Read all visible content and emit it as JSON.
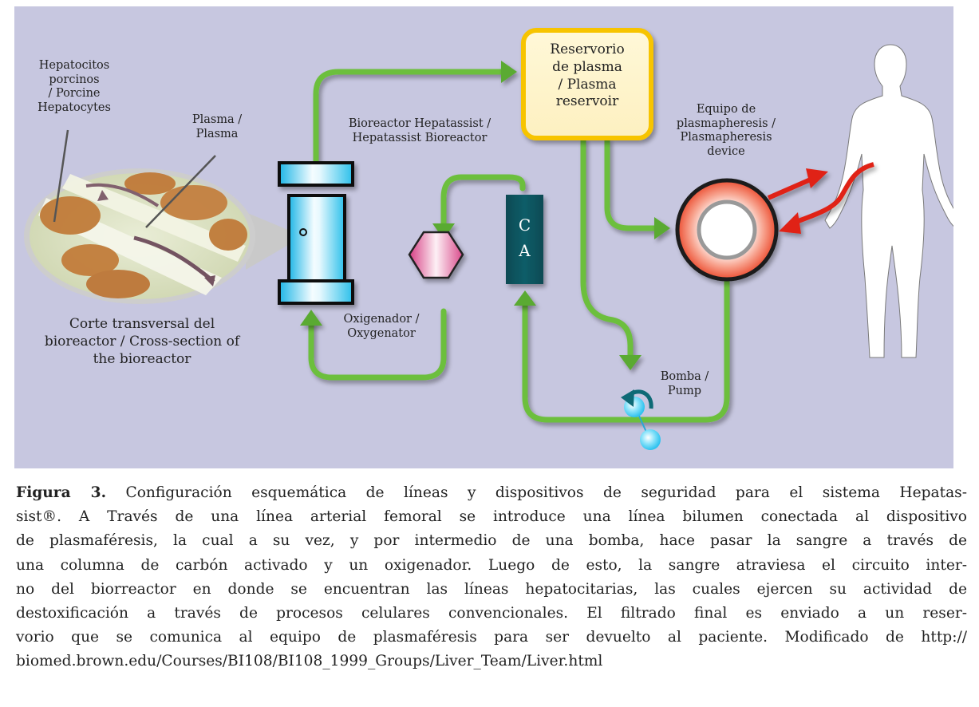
{
  "figure": {
    "labels": {
      "hepatocytes": [
        "Hepatocitos",
        "porcinos",
        "/ Porcine",
        "Hepatocytes"
      ],
      "plasma": [
        "Plasma /",
        "Plasma"
      ],
      "cross_section": [
        "Corte transversal del",
        "bioreactor / Cross-section of",
        "the bioreactor"
      ],
      "bioreactor": [
        "Bioreactor Hepatassist /",
        "Hepatassist Bioreactor"
      ],
      "reservoir": [
        "Reservorio",
        "de plasma",
        "/ Plasma",
        "reservoir"
      ],
      "plasmapheresis": [
        "Equipo de",
        "plasmapheresis /",
        "Plasmapheresis",
        "device"
      ],
      "oxygenator": [
        "Oxigenador /",
        "Oxygenator"
      ],
      "pump": [
        "Bomba /",
        "Pump"
      ],
      "activated_carbon": [
        "C",
        "A"
      ]
    },
    "colors": {
      "background": "#c7c7e0",
      "tube_green": "#6cbf3c",
      "bioreactor_blue": "#3cc4ea",
      "reservoir_border": "#f7c400",
      "reservoir_fill": "#fff6cf",
      "carbon_column": "#0d5560",
      "oxygenator_pink": "#d9488a",
      "device_red": "#ee5a3e",
      "blood_line_red": "#e02318",
      "pump_blue": "#4fd0f4"
    },
    "icons": [
      "human-body-silhouette-icon",
      "pump-rotation-arrow-icon",
      "cross-section-magnifier-icon"
    ]
  },
  "caption": {
    "label": "Figura 3.",
    "lines": [
      " Configuración esquemática de líneas y dispositivos de seguridad para el sistema Hepatas-",
      "sist®. A Través de una línea arterial femoral se introduce una línea bilumen conectada al dispositivo",
      "de plasmaféresis, la cual a su vez, y por intermedio de una bomba, hace pasar la sangre a través de",
      "una columna de carbón activado y un oxigenador. Luego de esto, la sangre atraviesa el circuito inter-",
      "no del biorreactor en donde se encuentran las líneas hepatocitarias, las cuales ejercen su actividad de",
      "destoxificación a través de procesos celulares convencionales. El filtrado final es enviado a un reser-",
      "vorio que se comunica al equipo de plasmaféresis para ser devuelto al paciente. Modificado de http://",
      "biomed.brown.edu/Courses/BI108/BI108_1999_Groups/Liver_Team/Liver.html"
    ]
  }
}
